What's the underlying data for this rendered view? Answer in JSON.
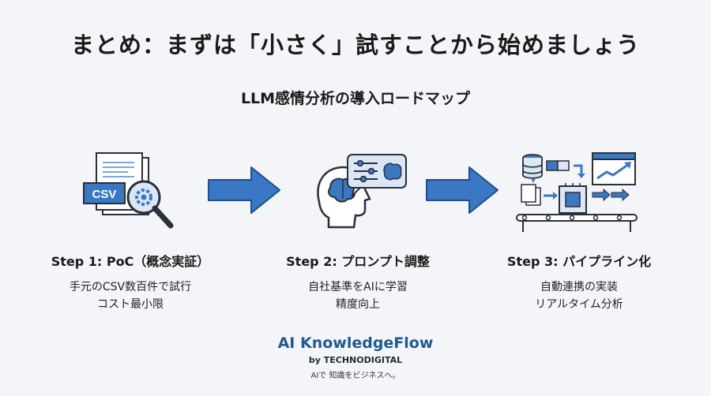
{
  "title": "まとめ：まずは「小さく」試すことから始めましょう",
  "subtitle": "LLM感情分析の導入ロードマップ",
  "steps": [
    {
      "title": "Step 1: PoC（概念実証）",
      "desc": [
        "手元のCSV数百件で試行",
        "コスト最小限"
      ],
      "icon": "csv-magnifier-icon"
    },
    {
      "title": "Step 2: プロンプト調整",
      "desc": [
        "自社基準をAIに学習",
        "精度向上"
      ],
      "icon": "head-brain-settings-icon"
    },
    {
      "title": "Step 3: パイプライン化",
      "desc": [
        "自動連携の実装",
        "リアルタイム分析"
      ],
      "icon": "pipeline-conveyor-icon"
    }
  ],
  "icon_labels": {
    "csv": "CSV"
  },
  "brand": {
    "name": "AI KnowledgeFlow",
    "by": "by TECHNODIGITAL",
    "tagline": "AIで 知識をビジネスへ。"
  },
  "colors": {
    "accent": "#3a78c4",
    "accent_light": "#dbe7f6",
    "outline": "#2b2f36",
    "brand": "#1f5a92"
  }
}
